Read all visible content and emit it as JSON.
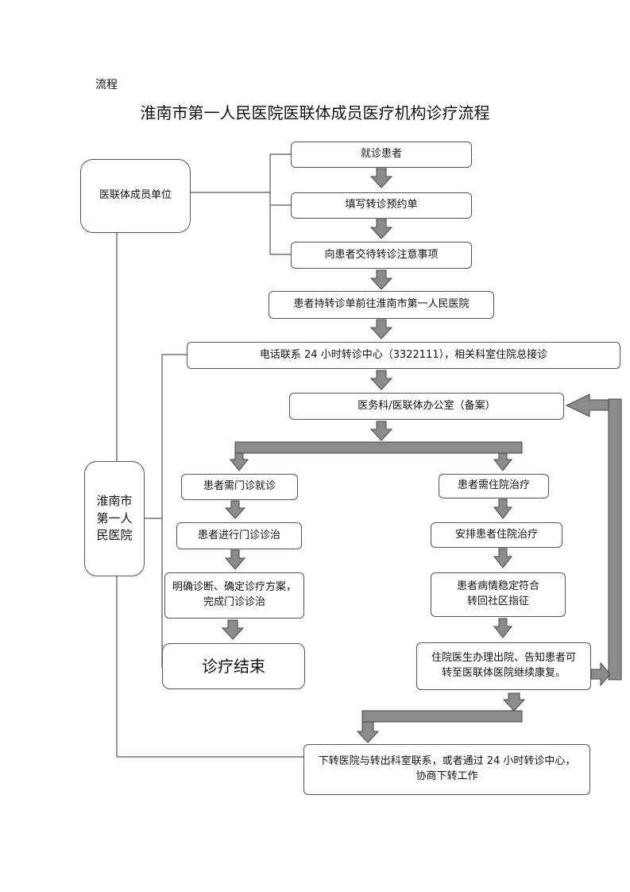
{
  "doc_label": "流程",
  "title": "淮南市第一人民医院医联体成员医疗机构诊疗流程",
  "nodes": {
    "member_unit": "医联体成员单位",
    "first_hospital": "淮南市\n第一人\n民医院",
    "visit_patient": "就诊患者",
    "fill_form": "填写转诊预约单",
    "notify_patient": "向患者交待转诊注意事项",
    "go_hospital": "患者持转诊单前往淮南市第一人民医院",
    "call_center": "电话联系 24 小时转诊中心（3322111），相关科室住院总接诊",
    "medical_office": "医务科/医联体办公室（备案）",
    "outpatient_need": "患者需门诊就诊",
    "outpatient_treat": "患者进行门诊诊治",
    "diagnosis_plan": "明确诊断、确定诊疗方案，\n完成门诊诊治",
    "treatment_end": "诊疗结束",
    "inpatient_need": "患者需住院治疗",
    "arrange_inpatient": "安排患者住院治疗",
    "stable_condition": "患者病情稳定符合\n转回社区指征",
    "discharge": "住院医生办理出院、告知患者可\n转至医联体医院继续康复。",
    "downward_referral": "下转医院与转出科室联系，或者通过 24 小时转诊中心，\n协商下转工作"
  }
}
